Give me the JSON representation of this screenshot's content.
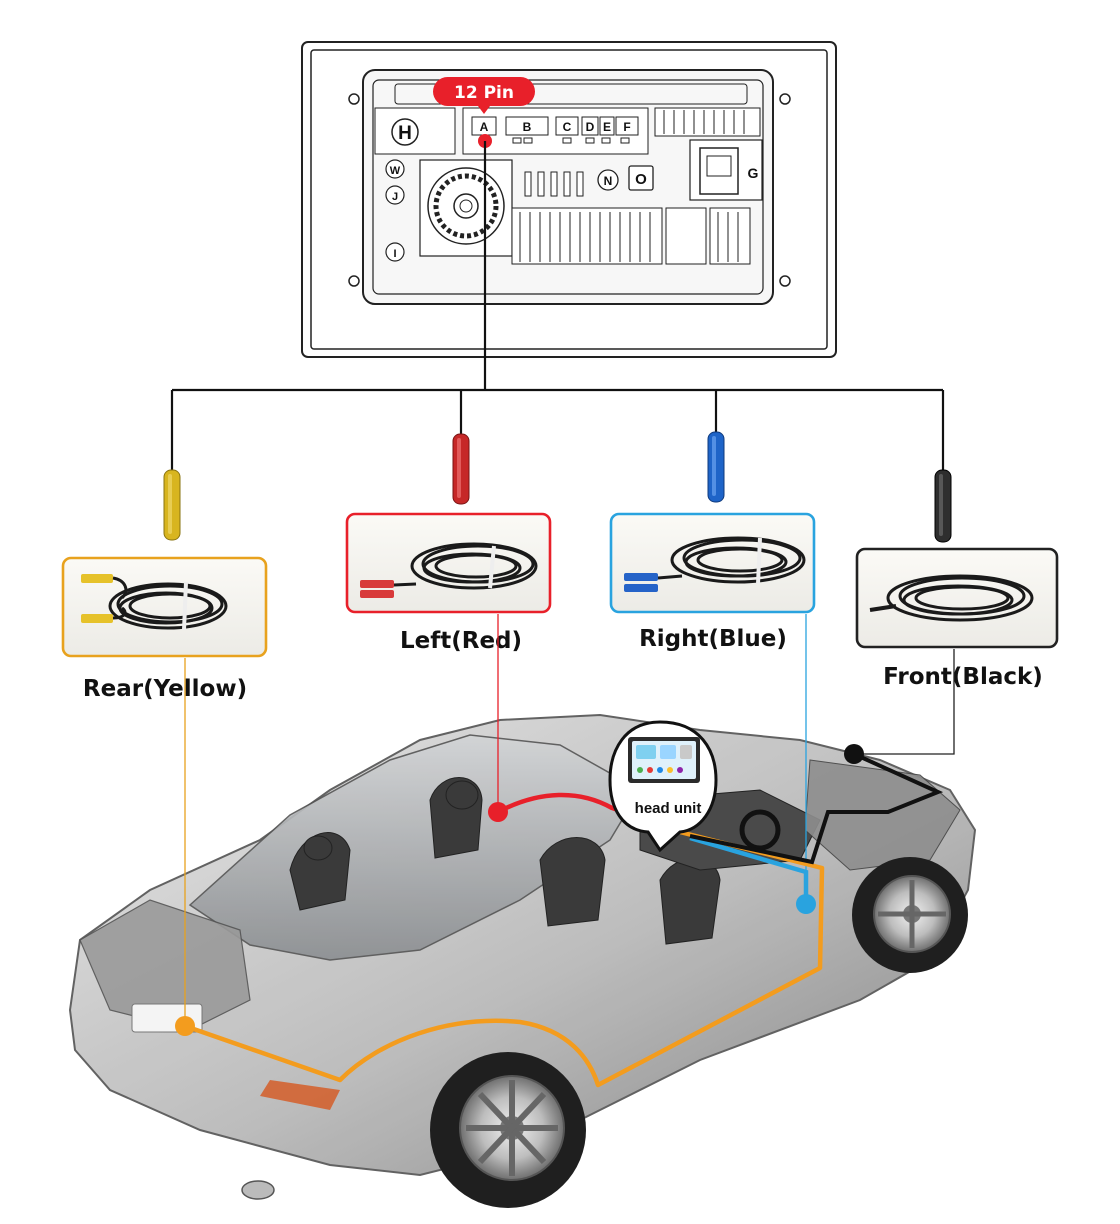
{
  "diagram": {
    "connector_badge": "12 Pin",
    "connector_ports": [
      "A",
      "B",
      "C",
      "D",
      "E",
      "F",
      "G",
      "H",
      "J",
      "N",
      "O",
      "W",
      "I"
    ],
    "cameras": [
      {
        "label": "Rear(Yellow)",
        "color": "#E8A21E",
        "plug_color": "#D8B51F"
      },
      {
        "label": "Left(Red)",
        "color": "#E53935",
        "plug_color": "#C62828"
      },
      {
        "label": "Right(Blue)",
        "color": "#29A3DF",
        "plug_color": "#1E64C8"
      },
      {
        "label": "Front(Black)",
        "color": "#222222",
        "plug_color": "#2E2E2E"
      }
    ],
    "head_unit_label": "head unit",
    "colors": {
      "badge": "#E8202A",
      "rear_wire": "#F39C1E",
      "left_wire": "#E8202A",
      "right_wire": "#29A3DF",
      "front_wire": "#111111"
    }
  }
}
